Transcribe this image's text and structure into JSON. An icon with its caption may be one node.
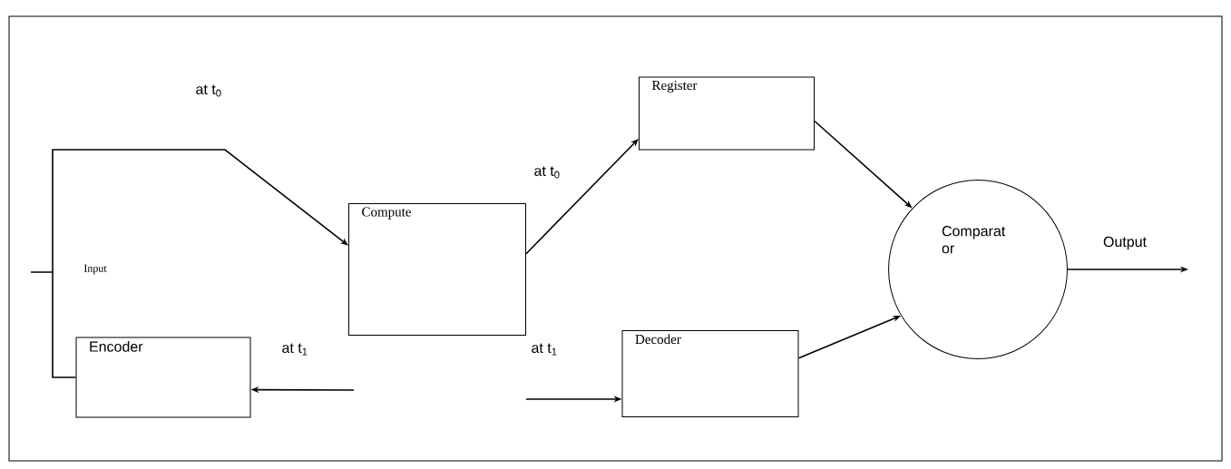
{
  "diagram": {
    "nodes": [
      {
        "text": [
          "Compute"
        ]
      },
      {
        "text": [
          "Register"
        ]
      },
      {
        "text": [
          "Encoder"
        ]
      },
      {
        "text": [
          "Decoder"
        ]
      },
      {
        "text": [
          "Comparat or"
        ]
      }
    ],
    "edges": [
      {
        "from": null,
        "to": 0,
        "arrow": "to",
        "label": "at t$_{0}$"
      },
      {
        "from": null,
        "to": 2,
        "arrow": "none"
      },
      {
        "from": 0,
        "to": 1,
        "arrow": "to",
        "label": "at t$_{0}$"
      },
      {
        "from": null,
        "to": 2,
        "arrow": "to",
        "label": "at t$_{1}$"
      },
      {
        "from": null,
        "to": 3,
        "arrow": "to",
        "label": "at t$_{1}$"
      },
      {
        "from": 1,
        "to": 4,
        "arrow": "to"
      },
      {
        "from": 3,
        "to": 4,
        "arrow": "to"
      },
      {
        "from": 4,
        "to": null,
        "arrow": "to",
        "label": "Output"
      }
    ],
    "labels": [
      "Input"
    ]
  }
}
